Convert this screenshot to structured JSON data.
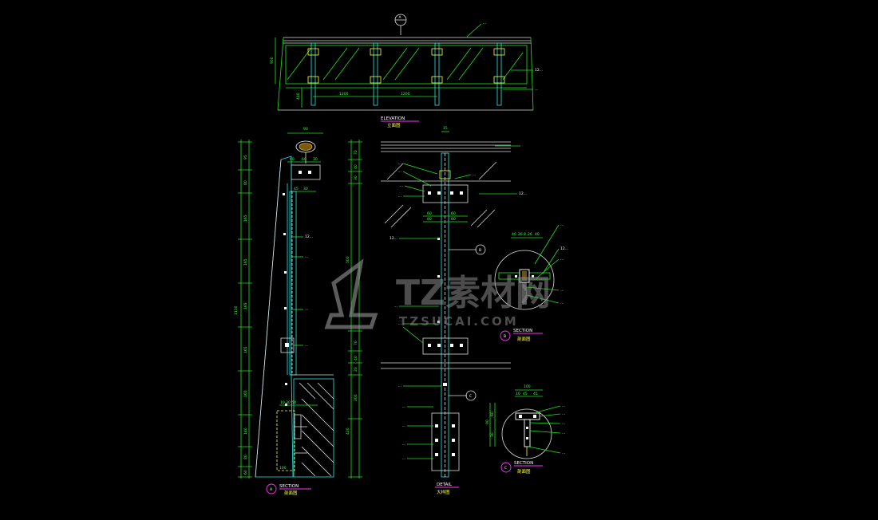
{
  "elevation": {
    "tag_letter": "A",
    "dim_height": "900",
    "dim_bottom": "410",
    "span_labels": [
      "1200",
      "1200"
    ],
    "callouts": [
      "...",
      "12...",
      "..."
    ],
    "title_en": "ELEVATION",
    "title_cn": "立面图"
  },
  "section_a": {
    "top_width": "90",
    "sub_dims": [
      "60",
      "60",
      "30"
    ],
    "small_dims": [
      "45",
      "30"
    ],
    "callouts": [
      "12...",
      "...",
      "...",
      "..."
    ],
    "total_height": "1130",
    "left_dims": [
      "95",
      "80",
      "165",
      "165",
      "165",
      "165",
      "165",
      "140",
      "80",
      "60"
    ],
    "tag_letter": "A",
    "title_en": "SECTION",
    "title_cn": "剖面图"
  },
  "detail": {
    "top_dim": "15",
    "callouts": [
      "...",
      "...",
      "...",
      "...",
      "...",
      "12...",
      "12...",
      "...",
      "...",
      "...",
      "...",
      "...",
      "...",
      "..."
    ],
    "plate_dims": [
      "60",
      "60",
      "80",
      "80"
    ],
    "left_dims": [
      "70",
      "40",
      "30",
      "500",
      "70",
      "40",
      "20",
      "200",
      "420"
    ],
    "tag_b": "B",
    "tag_c": "C",
    "title_en": "DETAIL",
    "title_cn": "大样图"
  },
  "section_b": {
    "top_dims": [
      "40",
      "26",
      "8",
      "26",
      "40"
    ],
    "callouts": [
      "...",
      "12...",
      "...",
      "...",
      "..."
    ],
    "tag_letter": "B",
    "title_en": "SECTION",
    "title_cn": "剖面图"
  },
  "section_c": {
    "top_dim": "100",
    "sub_dims": [
      "10",
      "45",
      "45"
    ],
    "left_dims": [
      "90",
      "60",
      "30"
    ],
    "callouts": [
      "...",
      "...",
      "...",
      "...",
      "..."
    ],
    "tag_letter": "C",
    "title_en": "SECTION",
    "title_cn": "剖面图"
  },
  "watermark": {
    "brand": "TZ素材网",
    "url": "TZSUCAI.COM"
  }
}
